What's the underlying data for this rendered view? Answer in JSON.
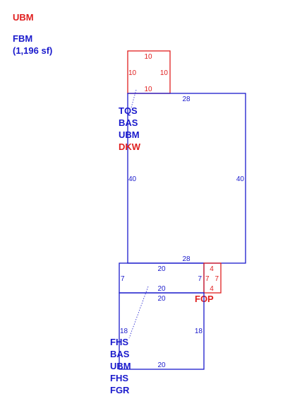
{
  "legend": {
    "ubm": "UBM",
    "fbm": "FBM",
    "fbm_area": "(1,196 sf)"
  },
  "colors": {
    "red": "#e01f1f",
    "blue": "#1a1acc"
  },
  "areas": {
    "top_box": {
      "top": "10",
      "left": "10",
      "right": "10",
      "bottom": "10"
    },
    "main": {
      "top": "28",
      "left": "40",
      "right": "40",
      "bottom": "28"
    },
    "mid": {
      "top": "20",
      "left": "7",
      "right": "7",
      "bottom": "20"
    },
    "fop": {
      "top": "4",
      "left": "7",
      "right": "7",
      "bottom": "4",
      "label": "FOP"
    },
    "lower": {
      "top": "20",
      "left": "18",
      "right": "18",
      "bottom": "20"
    }
  },
  "labels_main": [
    "TQS",
    "BAS",
    "UBM",
    "DKW"
  ],
  "labels_lower": [
    "FHS",
    "BAS",
    "UBM",
    "FHS",
    "FGR"
  ]
}
